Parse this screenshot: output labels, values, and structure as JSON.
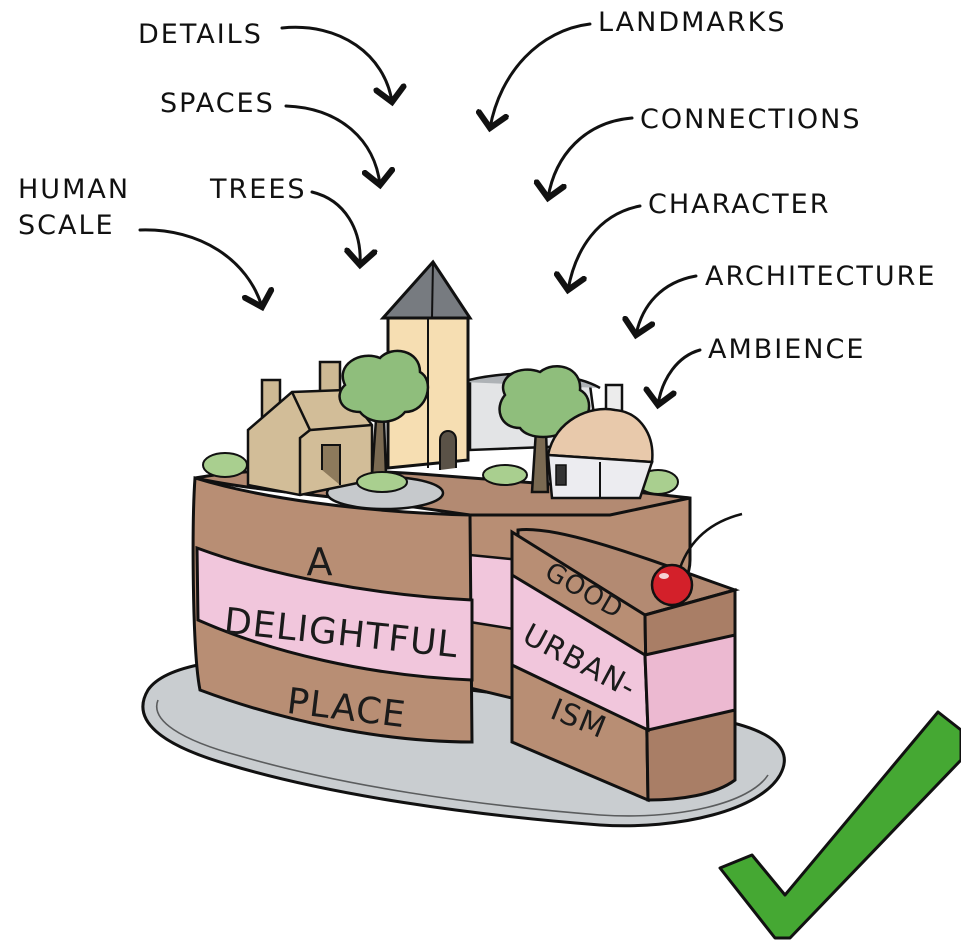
{
  "labels": {
    "details": "DETAILS",
    "landmarks": "LANDMARKS",
    "spaces": "SPACES",
    "connections": "CONNECTIONS",
    "human_line1": "HUMAN",
    "human_line2": "SCALE",
    "trees": "TREES",
    "character": "CHARACTER",
    "architecture": "ARCHITECTURE",
    "ambience": "AMBIENCE"
  },
  "cake": {
    "big_slice": {
      "line1": "A",
      "line2": "DELIGHTFUL",
      "line3": "PLACE"
    },
    "small_slice": {
      "line1": "GOOD",
      "line2": "URBAN-",
      "line3": "ISM"
    }
  },
  "colors": {
    "sponge": "#b88e74",
    "icing": "#f1c6dc",
    "plate": "#c9cdd0",
    "tree_canopy": "#8fbe7c",
    "cherry": "#d3202a",
    "check": "#45a833",
    "ink": "#111111"
  },
  "icons": [
    "cherry",
    "check-mark",
    "church-spire",
    "tree",
    "house"
  ]
}
